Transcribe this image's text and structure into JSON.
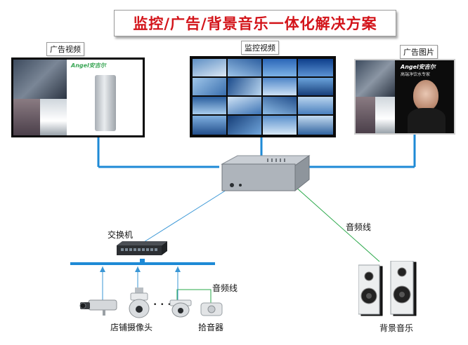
{
  "title": "监控/广告/背景音乐一体化解决方案",
  "screens": {
    "left": {
      "label": "广告视频",
      "brand": "Angel安吉尔"
    },
    "center": {
      "label": "监控视频"
    },
    "right": {
      "label": "广告图片",
      "brand": "Angel安吉尔",
      "slogan": "高端净饮水专家"
    }
  },
  "labels": {
    "switch": "交换机",
    "cameras": "店铺摄像头",
    "audio_line_small": "音频线",
    "audio_line_main": "音频线",
    "pickup": "拾音器",
    "speakers": "背景音乐",
    "ellipsis": "• • •"
  },
  "colors": {
    "title_red": "#d3141a",
    "line_blue": "#1e8ad6",
    "line_green": "#2aa84a"
  }
}
